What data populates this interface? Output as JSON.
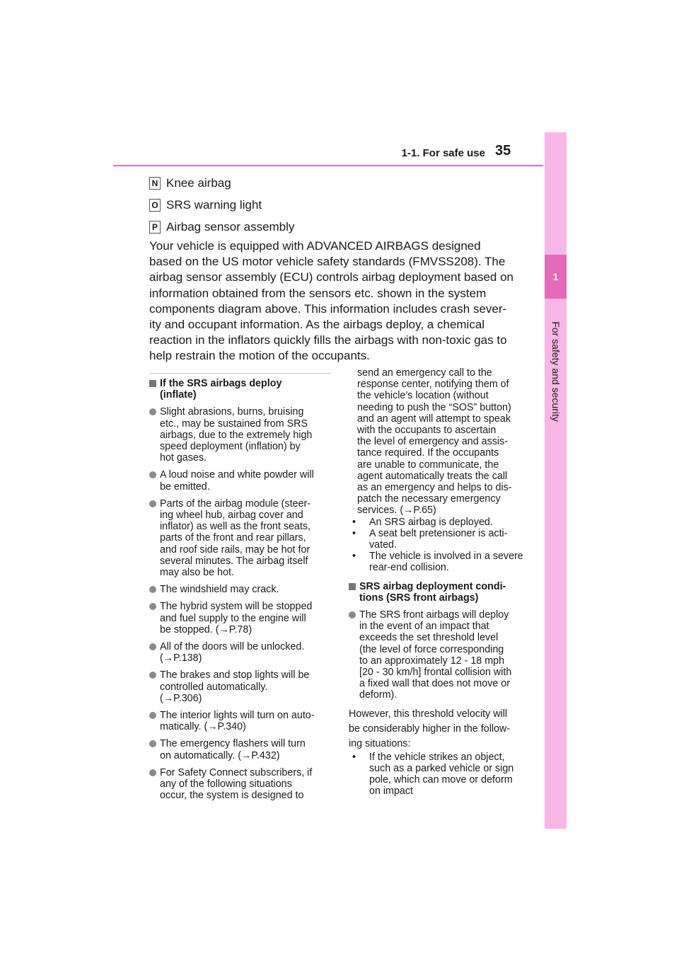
{
  "header": {
    "section_title": "1-1. For safe use",
    "page_number": "35"
  },
  "side_tab": {
    "chapter_number": "1",
    "chapter_label": "For safety and security"
  },
  "callouts": [
    {
      "letter": "N",
      "label": "Knee airbag"
    },
    {
      "letter": "O",
      "label": "SRS warning light"
    },
    {
      "letter": "P",
      "label": "Airbag sensor assembly"
    }
  ],
  "intro_lines": [
    "Your vehicle is equipped with ADVANCED AIRBAGS designed",
    "based on the US motor vehicle safety standards (FMVSS208). The",
    "airbag sensor assembly (ECU) controls airbag deployment based on",
    "information obtained from the sensors etc. shown in the system",
    "components diagram above. This information includes crash sever-",
    "ity and occupant information. As the airbags deploy, a chemical",
    "reaction in the inflators quickly fills the airbags with non-toxic gas to",
    "help restrain the motion of the occupants."
  ],
  "left_column": {
    "heading_lines": [
      "If the SRS airbags deploy",
      "(inflate)"
    ],
    "bullets": [
      [
        "Slight abrasions, burns, bruising",
        "etc., may be sustained from SRS",
        "airbags, due to the extremely high",
        "speed deployment (inflation) by",
        "hot gases."
      ],
      [
        "A loud noise and white powder will",
        "be emitted."
      ],
      [
        "Parts of the airbag module (steer-",
        "ing wheel hub, airbag cover and",
        "inflator) as well as the front seats,",
        "parts of the front and rear pillars,",
        "and roof side rails, may be hot for",
        "several minutes. The airbag itself",
        "may also be hot."
      ],
      [
        "The windshield may crack."
      ],
      [
        "The hybrid system will be stopped",
        "and fuel supply to the engine will",
        "be stopped. (→P.78)"
      ],
      [
        "All of the doors will be unlocked.",
        "(→P.138)"
      ],
      [
        "The brakes and stop lights will be",
        "controlled automatically.",
        "(→P.306)"
      ],
      [
        "The interior lights will turn on auto-",
        "matically. (→P.340)"
      ],
      [
        "The emergency flashers will turn",
        "on automatically. (→P.432)"
      ],
      [
        "For Safety Connect subscribers, if",
        "any of the following situations",
        "occur, the system is designed to"
      ]
    ]
  },
  "right_column": {
    "continuation_lines": [
      "send an emergency call to the",
      "response center, notifying them of",
      "the vehicle’s location (without",
      "needing to push the “SOS” button)",
      "and an agent will attempt to speak",
      "with the occupants to ascertain",
      "the level of emergency and assis-",
      "tance required. If the occupants",
      "are unable to communicate, the",
      "agent automatically treats the call",
      "as an emergency and helps to dis-",
      "patch the necessary emergency",
      "services. (→P.65)"
    ],
    "sub_items": [
      [
        "An SRS airbag is deployed."
      ],
      [
        "A seat belt pretensioner is acti-",
        "vated."
      ],
      [
        "The vehicle is involved in a severe",
        "rear-end collision."
      ]
    ],
    "heading_lines": [
      "SRS airbag deployment condi-",
      "tions (SRS front airbags)"
    ],
    "bullet_lines": [
      "The SRS front airbags will deploy",
      "in the event of an impact that",
      "exceeds the set threshold level",
      "(the level of force corresponding",
      "to an approximately 12 - 18 mph",
      "[20 - 30 km/h] frontal collision with",
      "a fixed wall that does not move or",
      "deform)."
    ],
    "plain_lines": [
      "However, this threshold velocity will",
      "be considerably higher in the follow-",
      "ing situations:"
    ],
    "final_sub_item": [
      "If the vehicle strikes an object,",
      "such as a parked vehicle or sign",
      "pole, which can move or deform",
      "on impact"
    ]
  }
}
